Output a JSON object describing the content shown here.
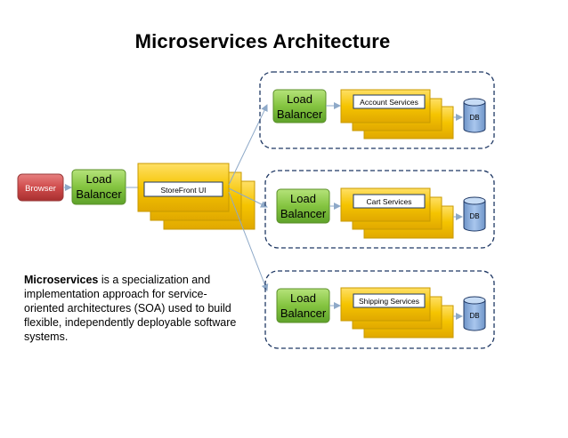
{
  "title": "Microservices Architecture",
  "browser_label": "Browser",
  "front_lb": {
    "line1": "Load",
    "line2": "Balancer"
  },
  "storefront_label": "StoreFront UI",
  "services": [
    {
      "lb_line1": "Load",
      "lb_line2": "Balancer",
      "name": "Account Services",
      "db": "DB"
    },
    {
      "lb_line1": "Load",
      "lb_line2": "Balancer",
      "name": "Cart Services",
      "db": "DB"
    },
    {
      "lb_line1": "Load",
      "lb_line2": "Balancer",
      "name": "Shipping Services",
      "db": "DB"
    }
  ],
  "description": {
    "bold": "Microservices",
    "text": " is a specialization and implementation approach for service-oriented architectures (SOA) used to build flexible, independently deployable software systems."
  },
  "colors": {
    "browser_fill": "#d24a4a",
    "lb_fill": "#7fc43d",
    "gold_fill": "#f5c400",
    "db_fill": "#8fb4e3",
    "group_border": "#1f3864",
    "connector": "#8ea9c8"
  }
}
